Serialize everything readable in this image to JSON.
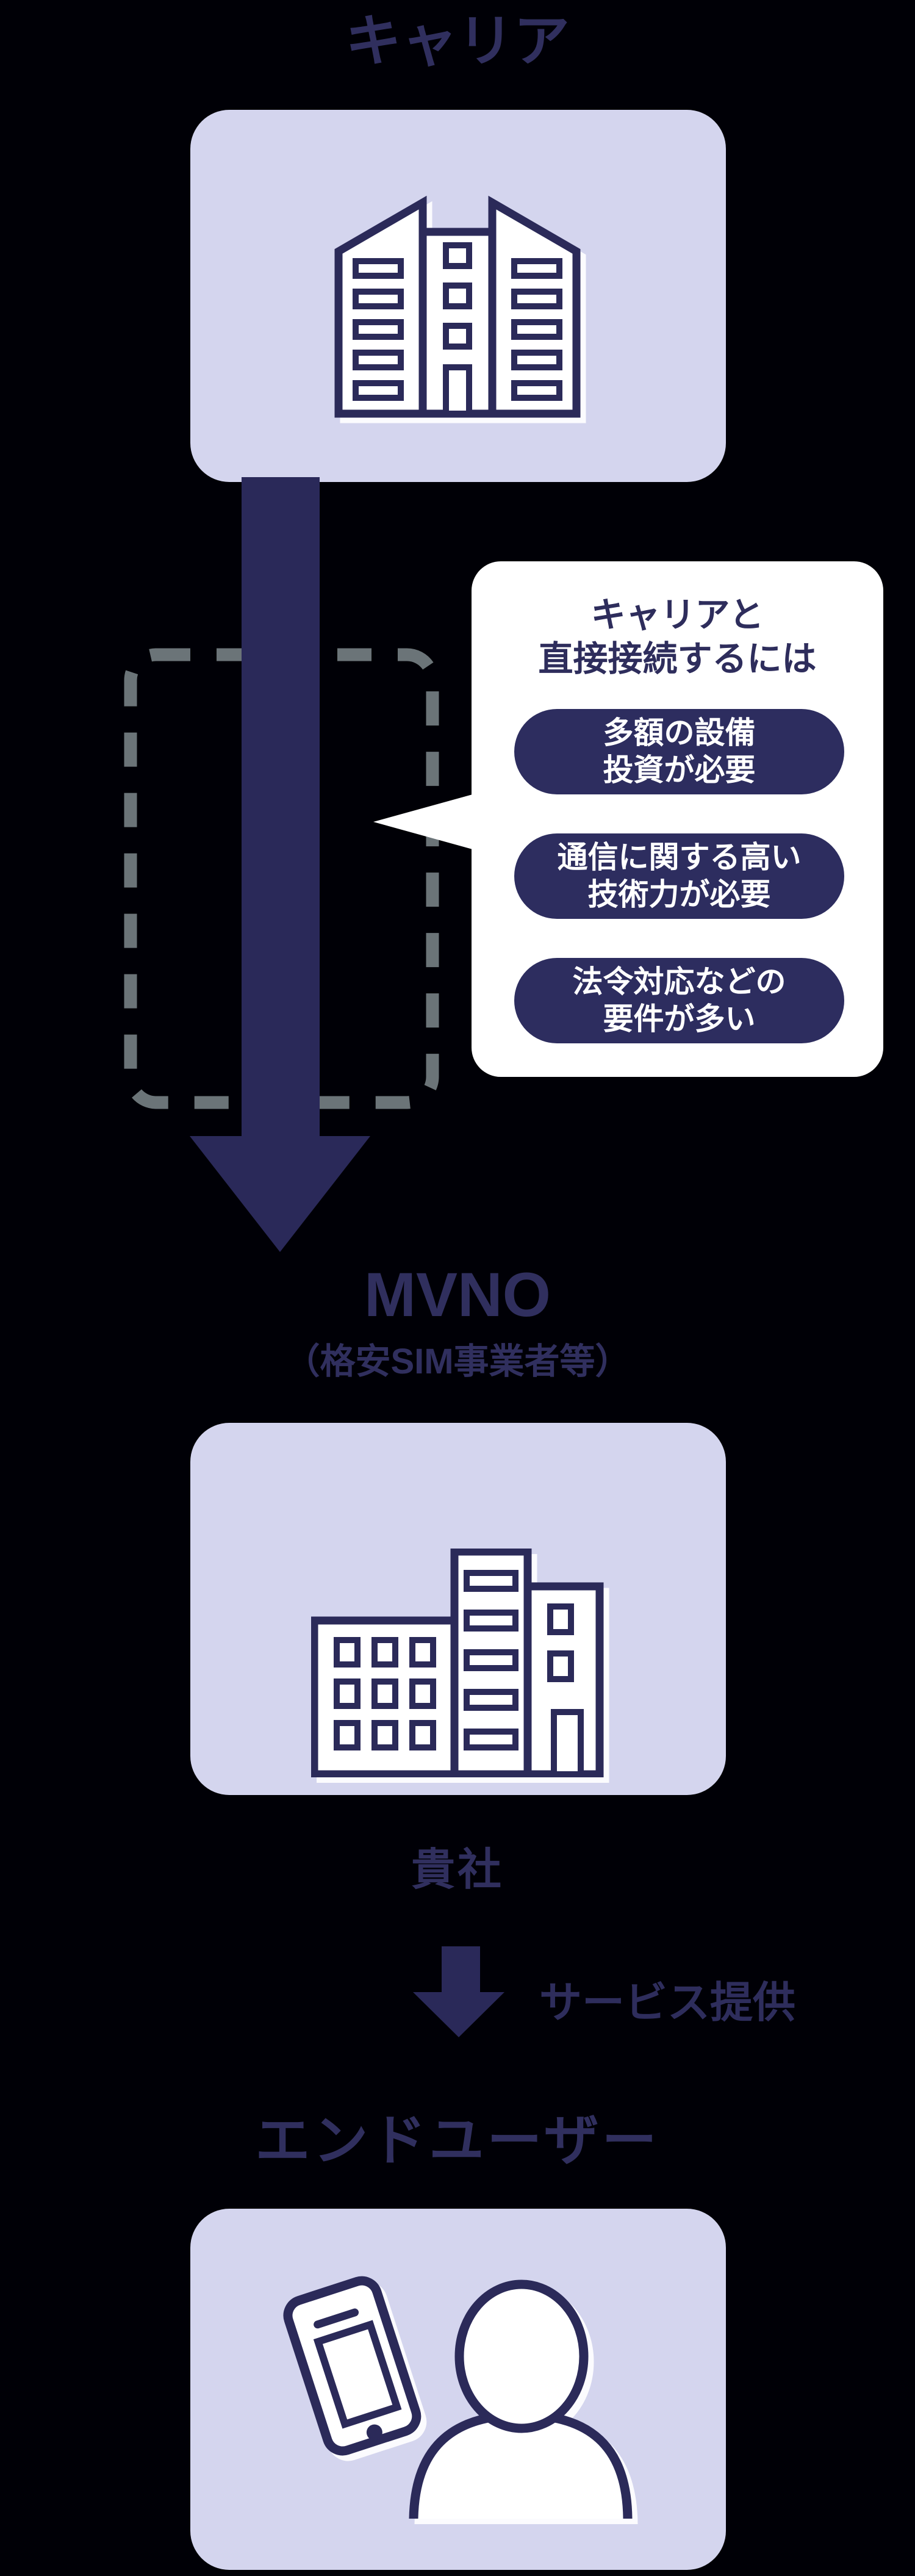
{
  "colors": {
    "background": "#000006",
    "panel": "#d4d5ee",
    "navy": "#2b2a59",
    "pill": "#2d2d5f",
    "dash_gray": "#6b7478",
    "white": "#ffffff"
  },
  "carrier": {
    "title": "キャリア",
    "icon": "office-building-icon"
  },
  "callout": {
    "title_lines": [
      "キャリアと",
      "直接接続するには"
    ],
    "pills": [
      {
        "lines": [
          "多額の設備",
          "投資が必要"
        ]
      },
      {
        "lines": [
          "通信に関する高い",
          "技術力が必要"
        ]
      },
      {
        "lines": [
          "法令対応などの",
          "要件が多い"
        ]
      }
    ]
  },
  "mvno": {
    "title": "MVNO",
    "subtitle": "（格安SIM事業者等）",
    "icon": "company-building-icon"
  },
  "your_company": {
    "label": "貴社"
  },
  "service": {
    "label": "サービス提供",
    "icon": "down-arrow-icon"
  },
  "end_user": {
    "title": "エンドユーザー",
    "icons": [
      "smartphone-icon",
      "person-icon"
    ]
  }
}
